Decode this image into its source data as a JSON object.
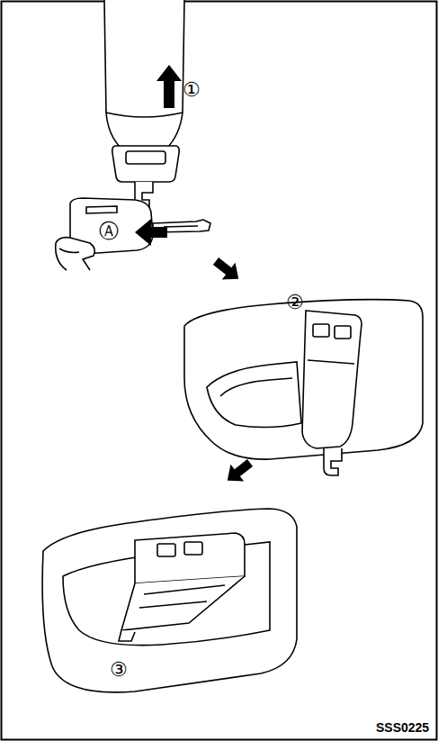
{
  "diagram": {
    "labels": [
      "①",
      "Ⓐ",
      "②",
      "③",
      "SSS0225"
    ]
  }
}
